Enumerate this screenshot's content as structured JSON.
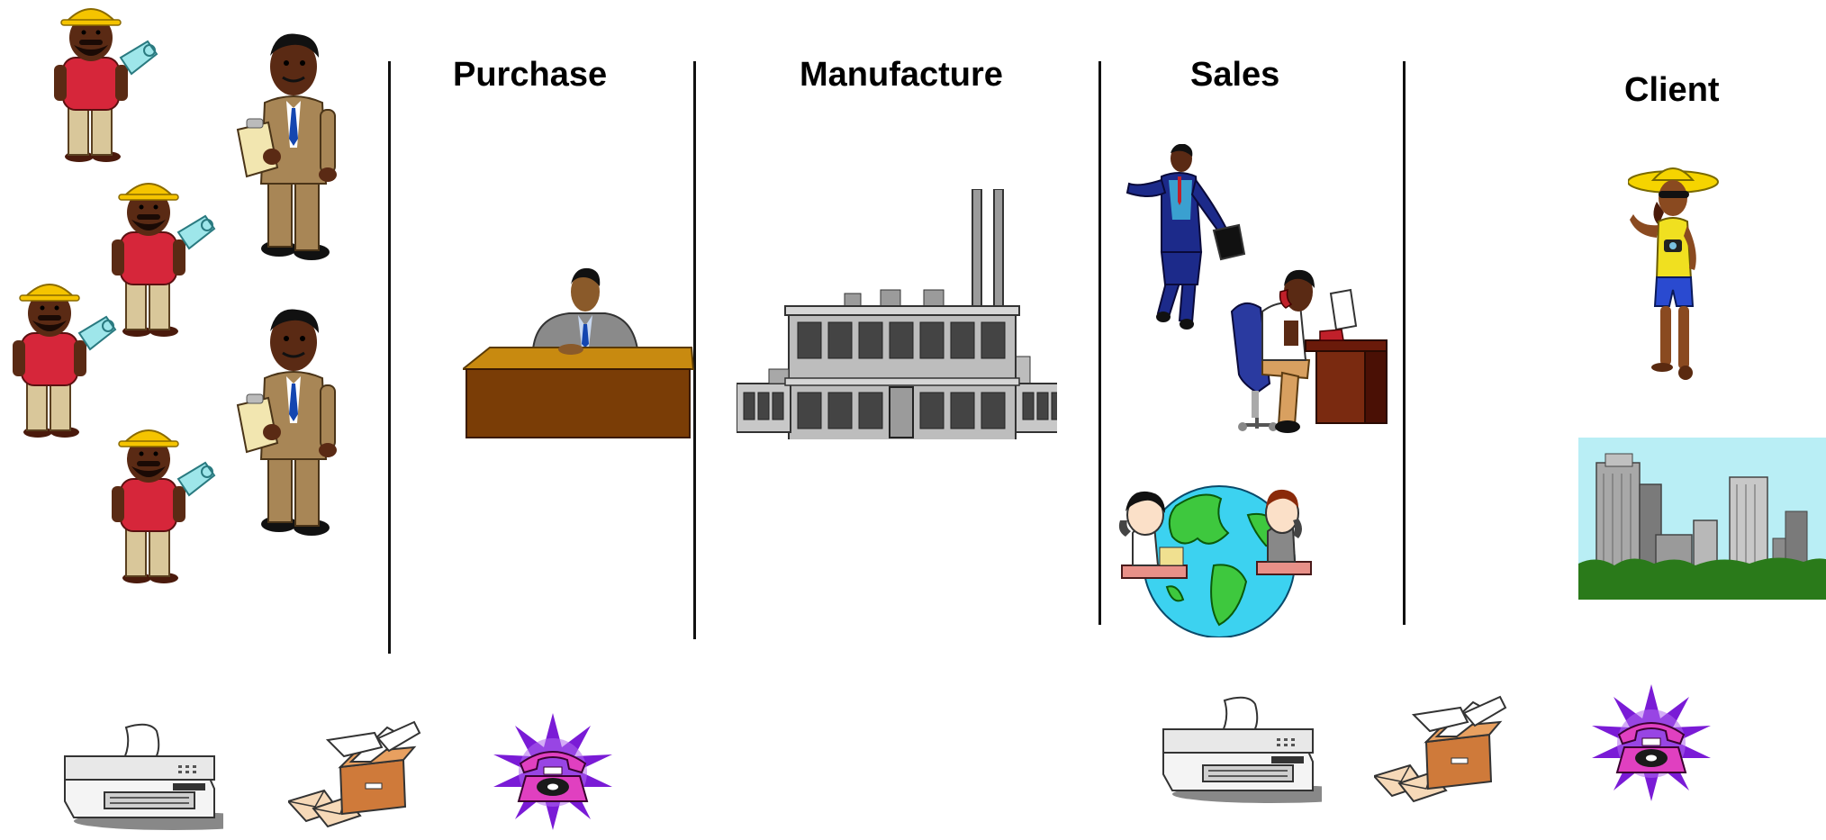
{
  "headings": {
    "purchase": "Purchase",
    "manufacture": "Manufacture",
    "sales": "Sales",
    "client": "Client"
  },
  "colors": {
    "hardhat": "#f5c400",
    "worker_shirt": "#d6263a",
    "suit_tan": "#a88656",
    "desk_wood": "#7a3d06",
    "factory_gray": "#9b9b9b",
    "globe_ocean": "#3cd2f0",
    "globe_land": "#3ec83e",
    "phone_magenta": "#e040c0",
    "burst_purple": "#7a1bd6",
    "sky": "#b9eef5"
  },
  "icons": [
    "construction-worker-icon",
    "supervisor-clipboard-icon",
    "desk-person-icon",
    "factory-icon",
    "businessman-running-icon",
    "telephone-desk-icon",
    "global-phone-call-icon",
    "tourist-icon",
    "city-skyline-icon",
    "fax-machine-icon",
    "mailbox-icon",
    "ringing-phone-icon"
  ]
}
